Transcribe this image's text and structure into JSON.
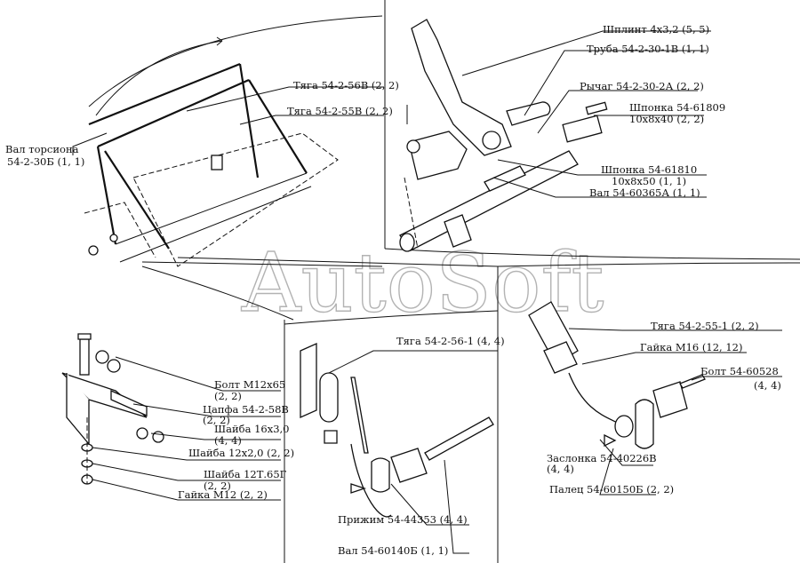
{
  "watermark": "AutoSoft",
  "labels": [
    {
      "id": "shplint",
      "text": "Шплинт 4х3,2 (5, 5)"
    },
    {
      "id": "truba",
      "text": "Труба 54-2-30-1В (1, 1)"
    },
    {
      "id": "tyaga56v",
      "text": "Тяга 54-2-56В (2, 2)"
    },
    {
      "id": "tyaga55v",
      "text": "Тяга 54-2-55В (2, 2)"
    },
    {
      "id": "rychag",
      "text": "Рычаг 54-2-30-2А (2, 2)"
    },
    {
      "id": "shponka809a",
      "text": "Шпонка 54-61809"
    },
    {
      "id": "shponka809b",
      "text": "10х8х40 (2, 2)"
    },
    {
      "id": "val_torsiona_a",
      "text": "Вал торсиона"
    },
    {
      "id": "val_torsiona_b",
      "text": "54-2-30Б (1, 1)"
    },
    {
      "id": "shponka810a",
      "text": "Шпонка 54-61810"
    },
    {
      "id": "shponka810b",
      "text": "10х8х50 (1, 1)"
    },
    {
      "id": "val365",
      "text": "Вал 54-60365А (1, 1)"
    },
    {
      "id": "tyaga551",
      "text": "Тяга 54-2-55-1 (2, 2)"
    },
    {
      "id": "tyaga561",
      "text": "Тяга 54-2-56-1 (4, 4)"
    },
    {
      "id": "gaika16",
      "text": "Гайка М16 (12, 12)"
    },
    {
      "id": "bolt528a",
      "text": "Болт 54-60528"
    },
    {
      "id": "bolt528b",
      "text": "(4, 4)"
    },
    {
      "id": "bolt12a",
      "text": "Болт М12х65"
    },
    {
      "id": "bolt12b",
      "text": "(2, 2)"
    },
    {
      "id": "tsapfa_a",
      "text": "Цапфа 54-2-58В"
    },
    {
      "id": "tsapfa_b",
      "text": "(2, 2)"
    },
    {
      "id": "shaiba16a",
      "text": "Шайба 16х3,0"
    },
    {
      "id": "shaiba16b",
      "text": "(4, 4)"
    },
    {
      "id": "shaiba12",
      "text": "Шайба 12х2,0 (2, 2)"
    },
    {
      "id": "shaiba12t_a",
      "text": "Шайба 12Т.65Г"
    },
    {
      "id": "shaiba12t_b",
      "text": "(2, 2)"
    },
    {
      "id": "gaika12",
      "text": "Гайка М12 (2, 2)"
    },
    {
      "id": "zaslonka_a",
      "text": "Заслонка 54-40226В"
    },
    {
      "id": "zaslonka_b",
      "text": "(4, 4)"
    },
    {
      "id": "palets",
      "text": "Палец 54-60150Б (2, 2)"
    },
    {
      "id": "prizhim",
      "text": "Прижим 54-44353 (4, 4)"
    },
    {
      "id": "val140",
      "text": "Вал 54-60140Б (1, 1)"
    }
  ]
}
